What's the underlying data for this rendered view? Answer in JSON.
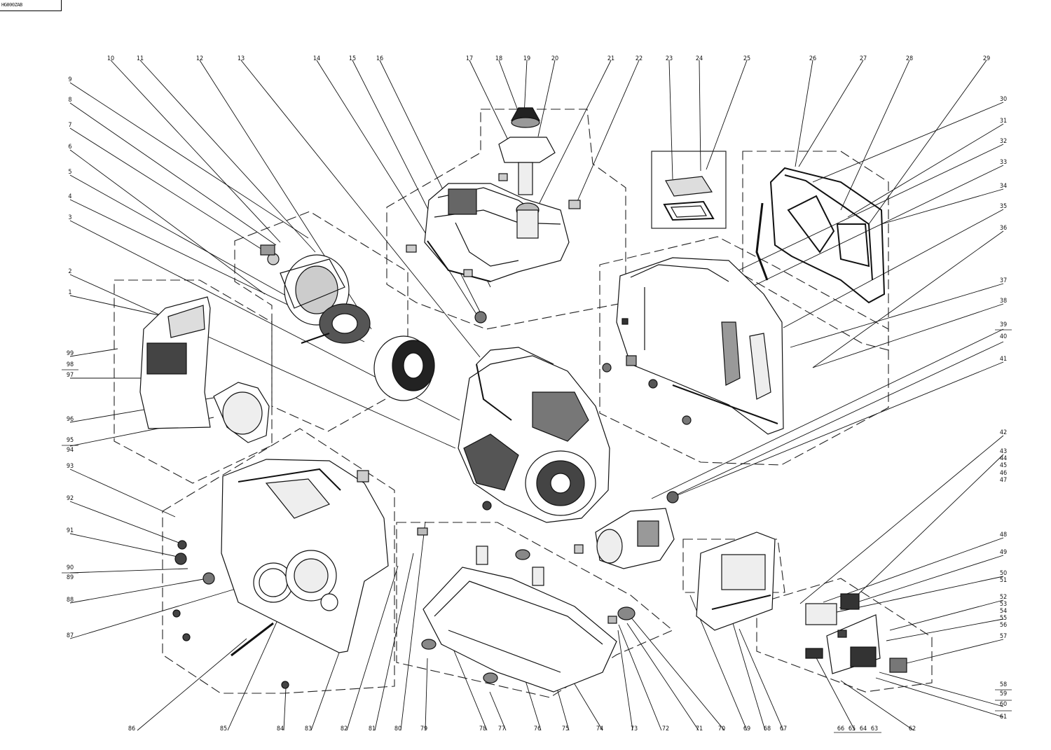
{
  "corner_label": "HG000ZAB",
  "callouts": {
    "top": [
      "10",
      "11",
      "12",
      "13",
      "14",
      "15",
      "16",
      "17",
      "18",
      "19",
      "20",
      "21",
      "22",
      "23",
      "24",
      "25",
      "26",
      "27",
      "28",
      "29"
    ],
    "left": [
      "9",
      "8",
      "7",
      "6",
      "5",
      "4",
      "3",
      "2",
      "1",
      "99",
      "98",
      "97",
      "96",
      "95",
      "94",
      "93",
      "92",
      "91",
      "90",
      "89",
      "88",
      "87"
    ],
    "right": [
      "30",
      "31",
      "32",
      "33",
      "34",
      "35",
      "36",
      "37",
      "38",
      "39",
      "40",
      "41",
      "42",
      "43",
      "44",
      "45",
      "46",
      "47",
      "48",
      "49",
      "50",
      "51",
      "52",
      "53",
      "54",
      "55",
      "56",
      "57",
      "58",
      "59",
      "60",
      "61"
    ],
    "bottom": [
      "86",
      "85",
      "84",
      "83",
      "82",
      "81",
      "80",
      "79",
      "78",
      "77",
      "76",
      "75",
      "74",
      "73",
      "72",
      "71",
      "70",
      "69",
      "68",
      "67",
      "66",
      "65",
      "64",
      "63",
      "62"
    ]
  }
}
